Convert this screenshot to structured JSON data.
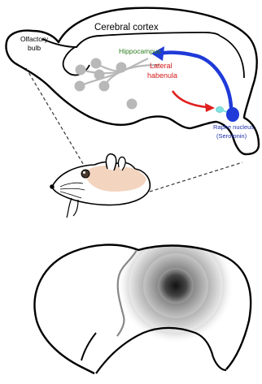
{
  "labels": {
    "cerebral_cortex": "Cerebral cortex",
    "olfactory_bulb_line1": "Olfactory",
    "olfactory_bulb_line2": "bulb",
    "hippocampus": "Hippocampus",
    "lateral_habenula_line1": "Lateral",
    "lateral_habenula_line2": "habenula",
    "raphe_line1": "Raphe nucleus",
    "raphe_line2": "(Serotonin)"
  },
  "colors": {
    "outline": "#000000",
    "hippocampus_text": "#2e7d1f",
    "habenula_text": "#d21a1a",
    "habenula_arrow": "#e02020",
    "serotonin_arrow": "#1f3ad8",
    "raphe_text": "#1a2fa8",
    "raphe_node": "#1f3ad8",
    "habenula_node": "#7fe3e0",
    "neurons": "#b8b8b8",
    "mouse_skin": "#f3d4bf",
    "dashed_line": "#333333",
    "cortex_boundary": "#888888"
  }
}
